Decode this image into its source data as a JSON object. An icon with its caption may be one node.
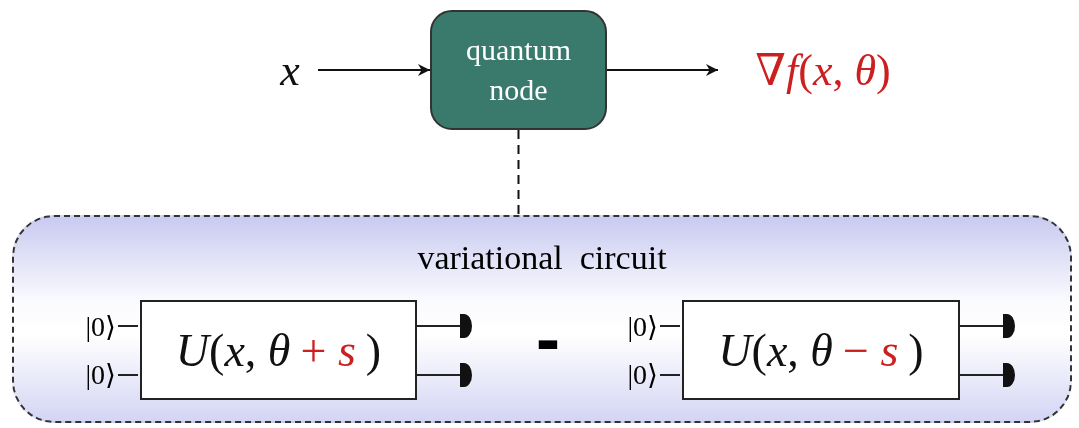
{
  "diagram": {
    "nodes": [
      {
        "text": [
          "x"
        ]
      },
      {
        "text": [
          "quantum node"
        ]
      },
      {
        "text": [
          "∇*f*(*x*, *θ*)"
        ]
      },
      {
        "text": [
          "variational  circuit"
        ]
      },
      {
        "text": [
          "*U*(*x*, *θ*",
          "+ *s*",
          ")"
        ],
        "in": 3,
        "beside": [
          "|0⟩",
          "|0⟩"
        ]
      },
      {
        "text": [
          "*U*(*x*, *θ*",
          "− *s*",
          ")"
        ],
        "in": 3,
        "beside": [
          "|0⟩",
          "|0⟩"
        ]
      }
    ],
    "edges": [
      {
        "from": 0,
        "to": 1,
        "arrow": "to"
      },
      {
        "from": 1,
        "to": 2,
        "arrow": "to"
      },
      {
        "from": 1,
        "to": 3,
        "arrow": "none",
        "style": "dashed"
      }
    ],
    "labels": [
      "-"
    ]
  }
}
